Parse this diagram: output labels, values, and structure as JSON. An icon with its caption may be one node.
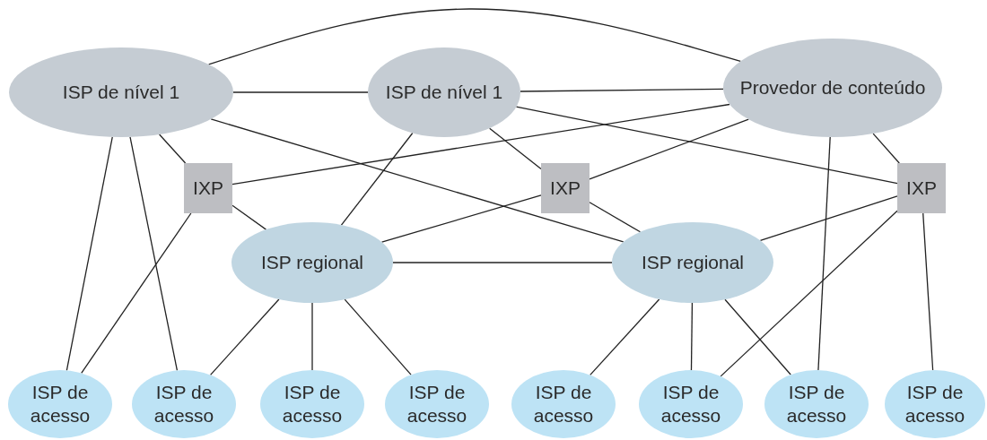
{
  "diagram": {
    "nodes": [
      {
        "text": [
          "ISP de nível 1"
        ]
      },
      {
        "text": [
          "ISP de nível 1"
        ]
      },
      {
        "text": [
          "Provedor de conteúdo"
        ]
      },
      {
        "text": [
          "IXP"
        ]
      },
      {
        "text": [
          "IXP"
        ]
      },
      {
        "text": [
          "IXP"
        ]
      },
      {
        "text": [
          "ISP regional"
        ]
      },
      {
        "text": [
          "ISP regional"
        ]
      },
      {
        "text": [
          "ISP de acesso"
        ]
      },
      {
        "text": [
          "ISP de acesso"
        ]
      },
      {
        "text": [
          "ISP de acesso"
        ]
      },
      {
        "text": [
          "ISP de acesso"
        ]
      },
      {
        "text": [
          "ISP de acesso"
        ]
      },
      {
        "text": [
          "ISP de acesso"
        ]
      },
      {
        "text": [
          "ISP de acesso"
        ]
      },
      {
        "text": [
          "ISP de acesso"
        ]
      }
    ],
    "edges": [
      {
        "from": 0,
        "to": 1,
        "arrow": "none"
      },
      {
        "from": 0,
        "to": 2,
        "arrow": "none"
      },
      {
        "from": 1,
        "to": 2,
        "arrow": "none"
      },
      {
        "from": 0,
        "to": 3,
        "arrow": "none"
      },
      {
        "from": 0,
        "to": 8,
        "arrow": "none"
      },
      {
        "from": 0,
        "to": 9,
        "arrow": "none"
      },
      {
        "from": 0,
        "to": 7,
        "arrow": "none"
      },
      {
        "from": 3,
        "to": 2,
        "arrow": "none"
      },
      {
        "from": 3,
        "to": 6,
        "arrow": "none"
      },
      {
        "from": 3,
        "to": 8,
        "arrow": "none"
      },
      {
        "from": 1,
        "to": 6,
        "arrow": "none"
      },
      {
        "from": 1,
        "to": 4,
        "arrow": "none"
      },
      {
        "from": 1,
        "to": 5,
        "arrow": "none"
      },
      {
        "from": 4,
        "to": 2,
        "arrow": "none"
      },
      {
        "from": 4,
        "to": 6,
        "arrow": "none"
      },
      {
        "from": 4,
        "to": 7,
        "arrow": "none"
      },
      {
        "from": 2,
        "to": 14,
        "arrow": "none"
      },
      {
        "from": 2,
        "to": 5,
        "arrow": "none"
      },
      {
        "from": 5,
        "to": 7,
        "arrow": "none"
      },
      {
        "from": 5,
        "to": 13,
        "arrow": "none"
      },
      {
        "from": 5,
        "to": 15,
        "arrow": "none"
      },
      {
        "from": 6,
        "to": 7,
        "arrow": "none"
      },
      {
        "from": 6,
        "to": 9,
        "arrow": "none"
      },
      {
        "from": 6,
        "to": 10,
        "arrow": "none"
      },
      {
        "from": 6,
        "to": 11,
        "arrow": "none"
      },
      {
        "from": 7,
        "to": 12,
        "arrow": "none"
      },
      {
        "from": 7,
        "to": 13,
        "arrow": "none"
      },
      {
        "from": 7,
        "to": 14,
        "arrow": "none"
      }
    ]
  }
}
